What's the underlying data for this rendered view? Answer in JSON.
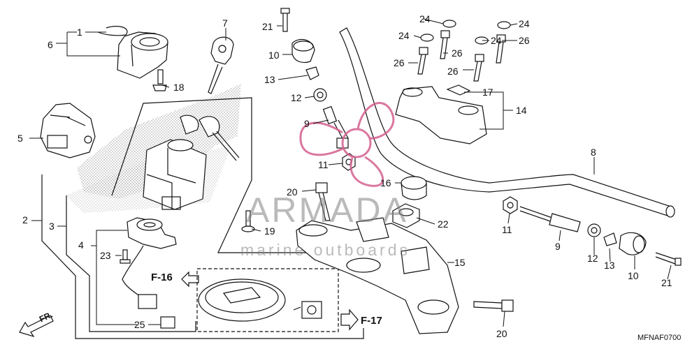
{
  "labels": {
    "p1": "1",
    "p2": "2",
    "p3": "3",
    "p4": "4",
    "p5": "5",
    "p6": "6",
    "p7": "7",
    "p8": "8",
    "p9a": "9",
    "p9b": "9",
    "p10a": "10",
    "p10b": "10",
    "p11a": "11",
    "p11b": "11",
    "p12a": "12",
    "p12b": "12",
    "p13a": "13",
    "p13b": "13",
    "p14": "14",
    "p15": "15",
    "p16": "16",
    "p17": "17",
    "p18": "18",
    "p19": "19",
    "p20a": "20",
    "p20b": "20",
    "p21a": "21",
    "p21b": "21",
    "p22": "22",
    "p23": "23",
    "p24a": "24",
    "p24b": "24",
    "p24c": "24",
    "p24d": "24",
    "p25": "25",
    "p26a": "26",
    "p26b": "26",
    "p26c": "26",
    "p26d": "26"
  },
  "refs": {
    "f16": "F-16",
    "f17": "F-17",
    "front": "FR."
  },
  "code": "MFNAF0700",
  "watermark": {
    "brand": "ARMADA",
    "tagline": "marine outboards"
  },
  "colors": {
    "ink": "#111111",
    "watermark_gray": "#888888",
    "watermark_pink": "#d4608f"
  }
}
